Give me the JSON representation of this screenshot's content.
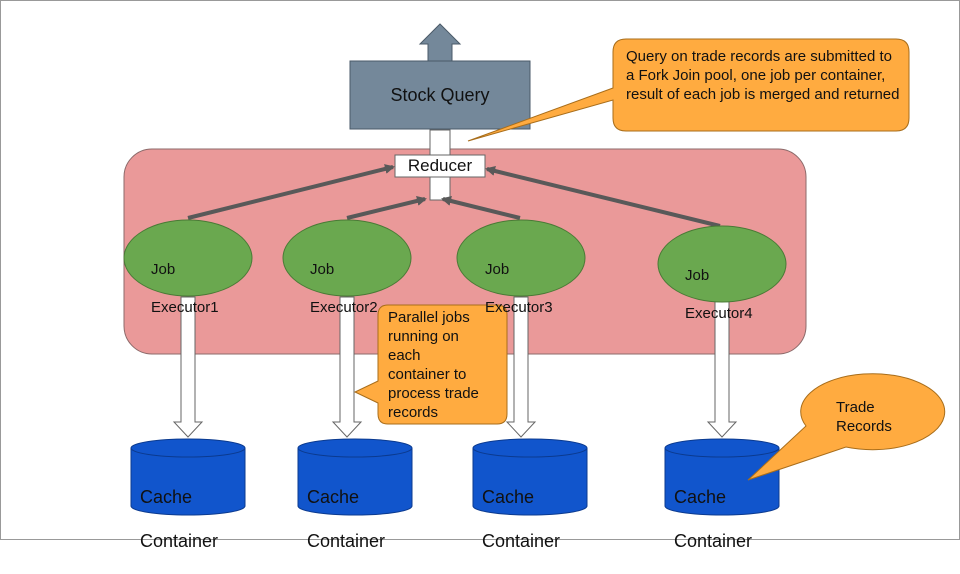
{
  "top_box": {
    "label": "Stock Query",
    "color": "#74889a"
  },
  "reducer": {
    "label": "Reducer"
  },
  "executors": [
    {
      "line1": "Job",
      "line2": "Executor1"
    },
    {
      "line1": "Job",
      "line2": "Executor2"
    },
    {
      "line1": "Job",
      "line2": "Executor3"
    },
    {
      "line1": "Job",
      "line2": "Executor4"
    }
  ],
  "containers": [
    {
      "line1": "Cache",
      "line2": "Container"
    },
    {
      "line1": "Cache",
      "line2": "Container"
    },
    {
      "line1": "Cache",
      "line2": "Container"
    },
    {
      "line1": "Cache",
      "line2": "Container"
    }
  ],
  "callouts": {
    "query": "Query on trade records are submitted to a Fork Join pool, one job per container, result of each job is merged and returned",
    "parallel": "Parallel jobs\nrunning on\neach\ncontainer to\nprocess trade\nrecords",
    "trade": "Trade\nRecords"
  },
  "colors": {
    "pool": "#ea9999",
    "executor": "#6aa84f",
    "container": "#1155cc",
    "callout": "#ffab40",
    "arrow": "#595959"
  }
}
